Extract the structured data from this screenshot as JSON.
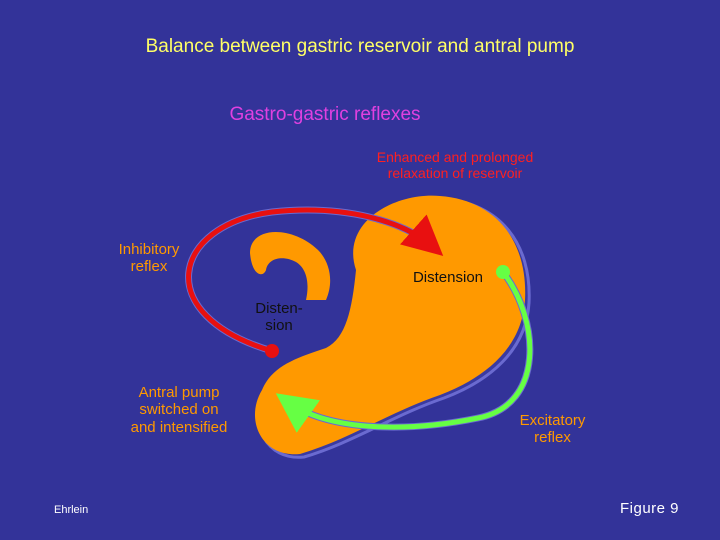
{
  "slide": {
    "title": "Balance between gastric reservoir and antral pump",
    "subtitle": "Gastro-gastric reflexes",
    "author": "Ehrlein",
    "figure_label": "Figure 9"
  },
  "annotations": {
    "relaxation": [
      "Enhanced and prolonged",
      "relaxation of reservoir"
    ],
    "inhibitory": [
      "Inhibitory",
      "reflex"
    ],
    "distension_fundus": "Distension",
    "distension_antrum": [
      "Disten-",
      "sion"
    ],
    "antral_pump": [
      "Antral pump",
      "switched on",
      "and intensified"
    ],
    "excitatory": [
      "Excitatory",
      "reflex"
    ]
  },
  "colors": {
    "background": "#333399",
    "title": "#ffff66",
    "subtitle": "#e040e0",
    "stomach": "#ff9900",
    "inhibitory_arrow": "#e81010",
    "excitatory_arrow": "#66ff44",
    "label": "#ff9900"
  }
}
